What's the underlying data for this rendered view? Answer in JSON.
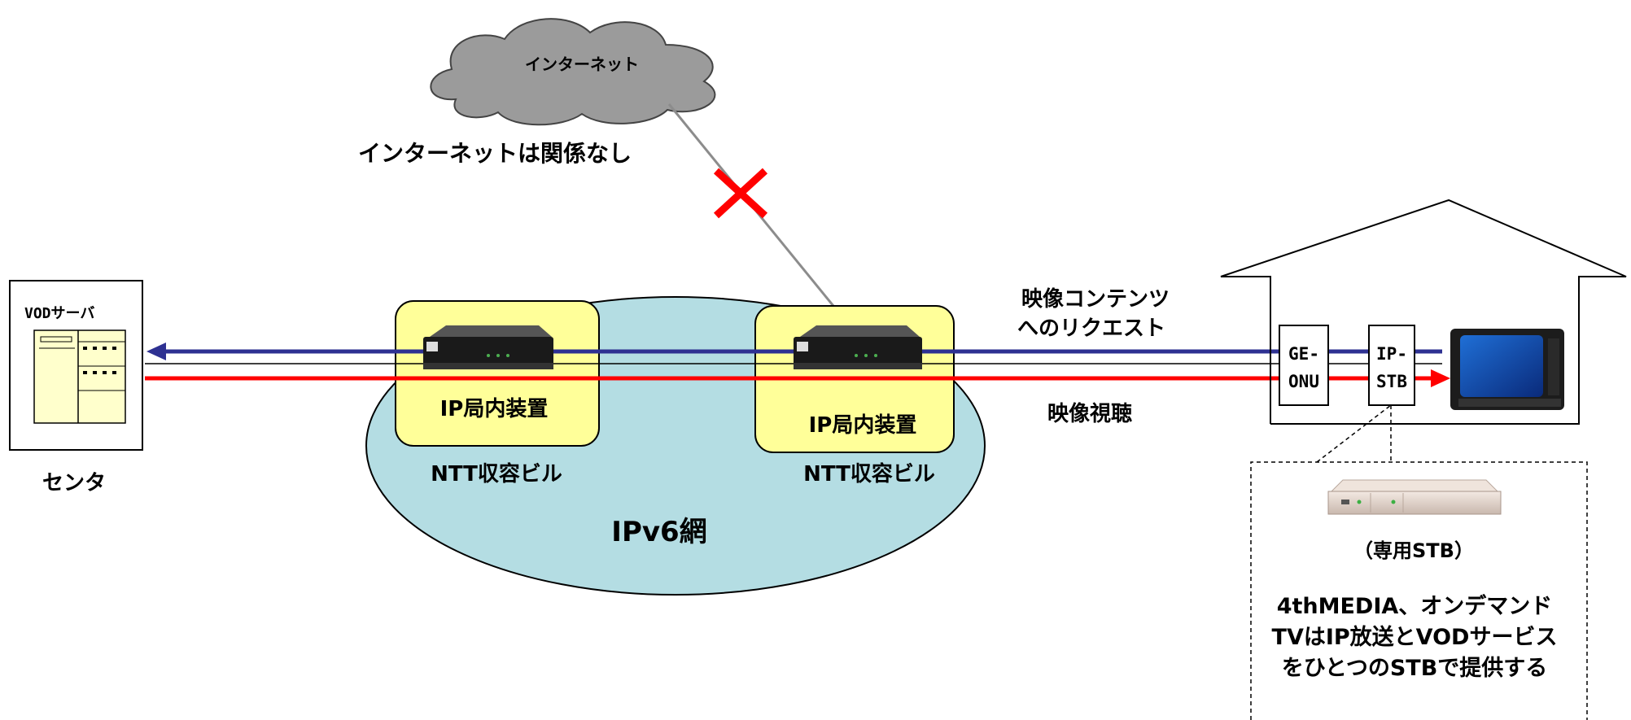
{
  "internet": {
    "cloud_label": "インターネット",
    "note": "インターネットは関係なし"
  },
  "center": {
    "server_label": "VODサーバ",
    "caption": "センタ"
  },
  "network": {
    "name": "IPv6網",
    "building_left": {
      "device_label": "IP局内装置",
      "caption": "NTT収容ビル"
    },
    "building_right": {
      "device_label": "IP局内装置",
      "caption": "NTT収容ビル"
    }
  },
  "flows": {
    "request_line1": "映像コンテンツ",
    "request_line2": "へのリクエスト",
    "viewing": "映像視聴",
    "request_color": "#2e3192",
    "viewing_color": "#ff0000"
  },
  "home": {
    "onu_line1": "GE-",
    "onu_line2": "ONU",
    "stb_line1": "IP-",
    "stb_line2": "STB"
  },
  "callout": {
    "stb_caption": "（専用STB）",
    "line1": "4thMEDIA、オンデマンド",
    "line2": "TVはIP放送とVODサービス",
    "line3": "をひとつのSTBで提供する"
  },
  "colors": {
    "network_fill": "#b4dde3",
    "building_fill": "#ffff99",
    "cloud_fill": "#9b9b9b",
    "cross": "#ff0000",
    "server_fill": "#ffffcc"
  }
}
